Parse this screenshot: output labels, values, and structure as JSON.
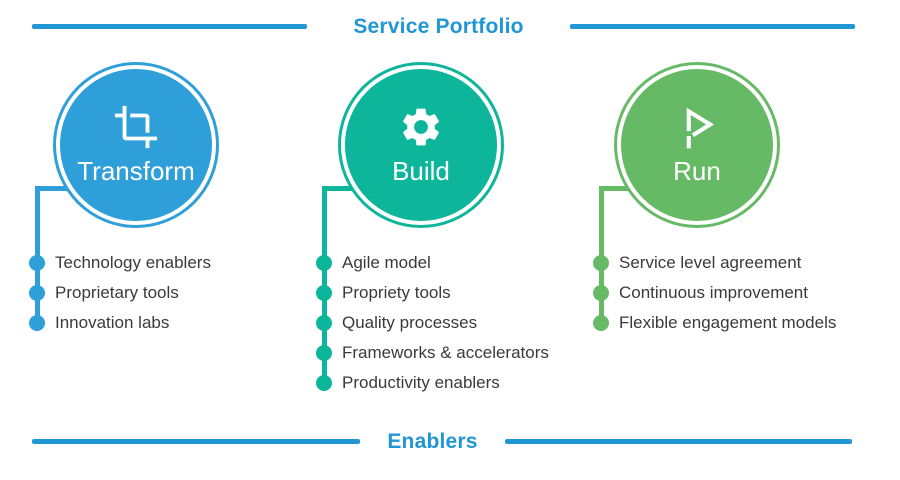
{
  "header": {
    "title": "Service Portfolio"
  },
  "footer": {
    "title": "Enablers"
  },
  "columns": [
    {
      "label": "Transform",
      "icon": "crop-icon",
      "color": "#2e9fd9",
      "items": [
        "Technology enablers",
        "Proprietary tools",
        "Innovation labs"
      ]
    },
    {
      "label": "Build",
      "icon": "gear-icon",
      "color": "#0db59a",
      "items": [
        "Agile model",
        "Propriety tools",
        "Quality processes",
        "Frameworks & accelerators",
        "Productivity enablers"
      ]
    },
    {
      "label": "Run",
      "icon": "play-icon",
      "color": "#66ba66",
      "items": [
        "Service level agreement",
        "Continuous improvement",
        "Flexible engagement models"
      ]
    }
  ],
  "colors": {
    "accent_blue": "#2096d4",
    "transform_blue": "#2e9fd9",
    "build_teal": "#0db59a",
    "run_green": "#66ba66",
    "list_text": "#3a3a3a"
  }
}
